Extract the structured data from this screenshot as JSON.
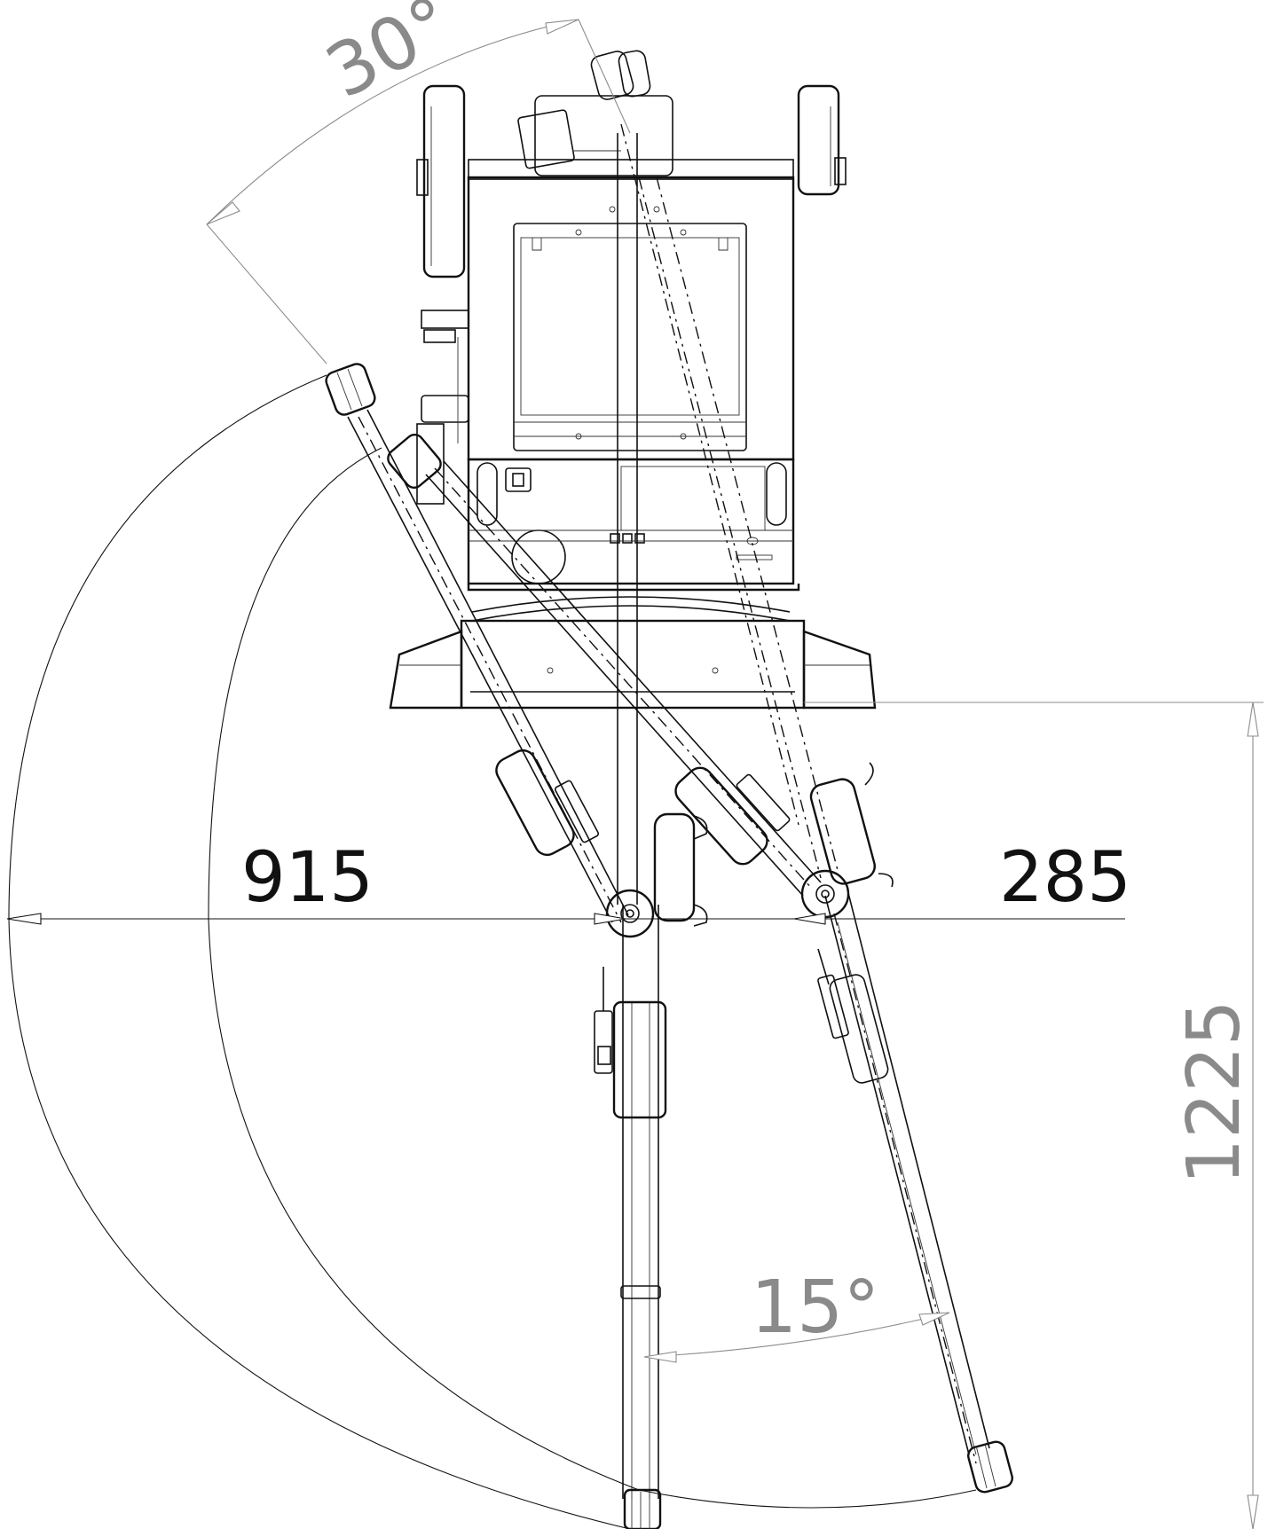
{
  "dimensions": {
    "left_width": "915",
    "right_width": "285",
    "depth": "1225",
    "swing_angle_top": "30°",
    "swing_angle_bottom": "15°"
  }
}
